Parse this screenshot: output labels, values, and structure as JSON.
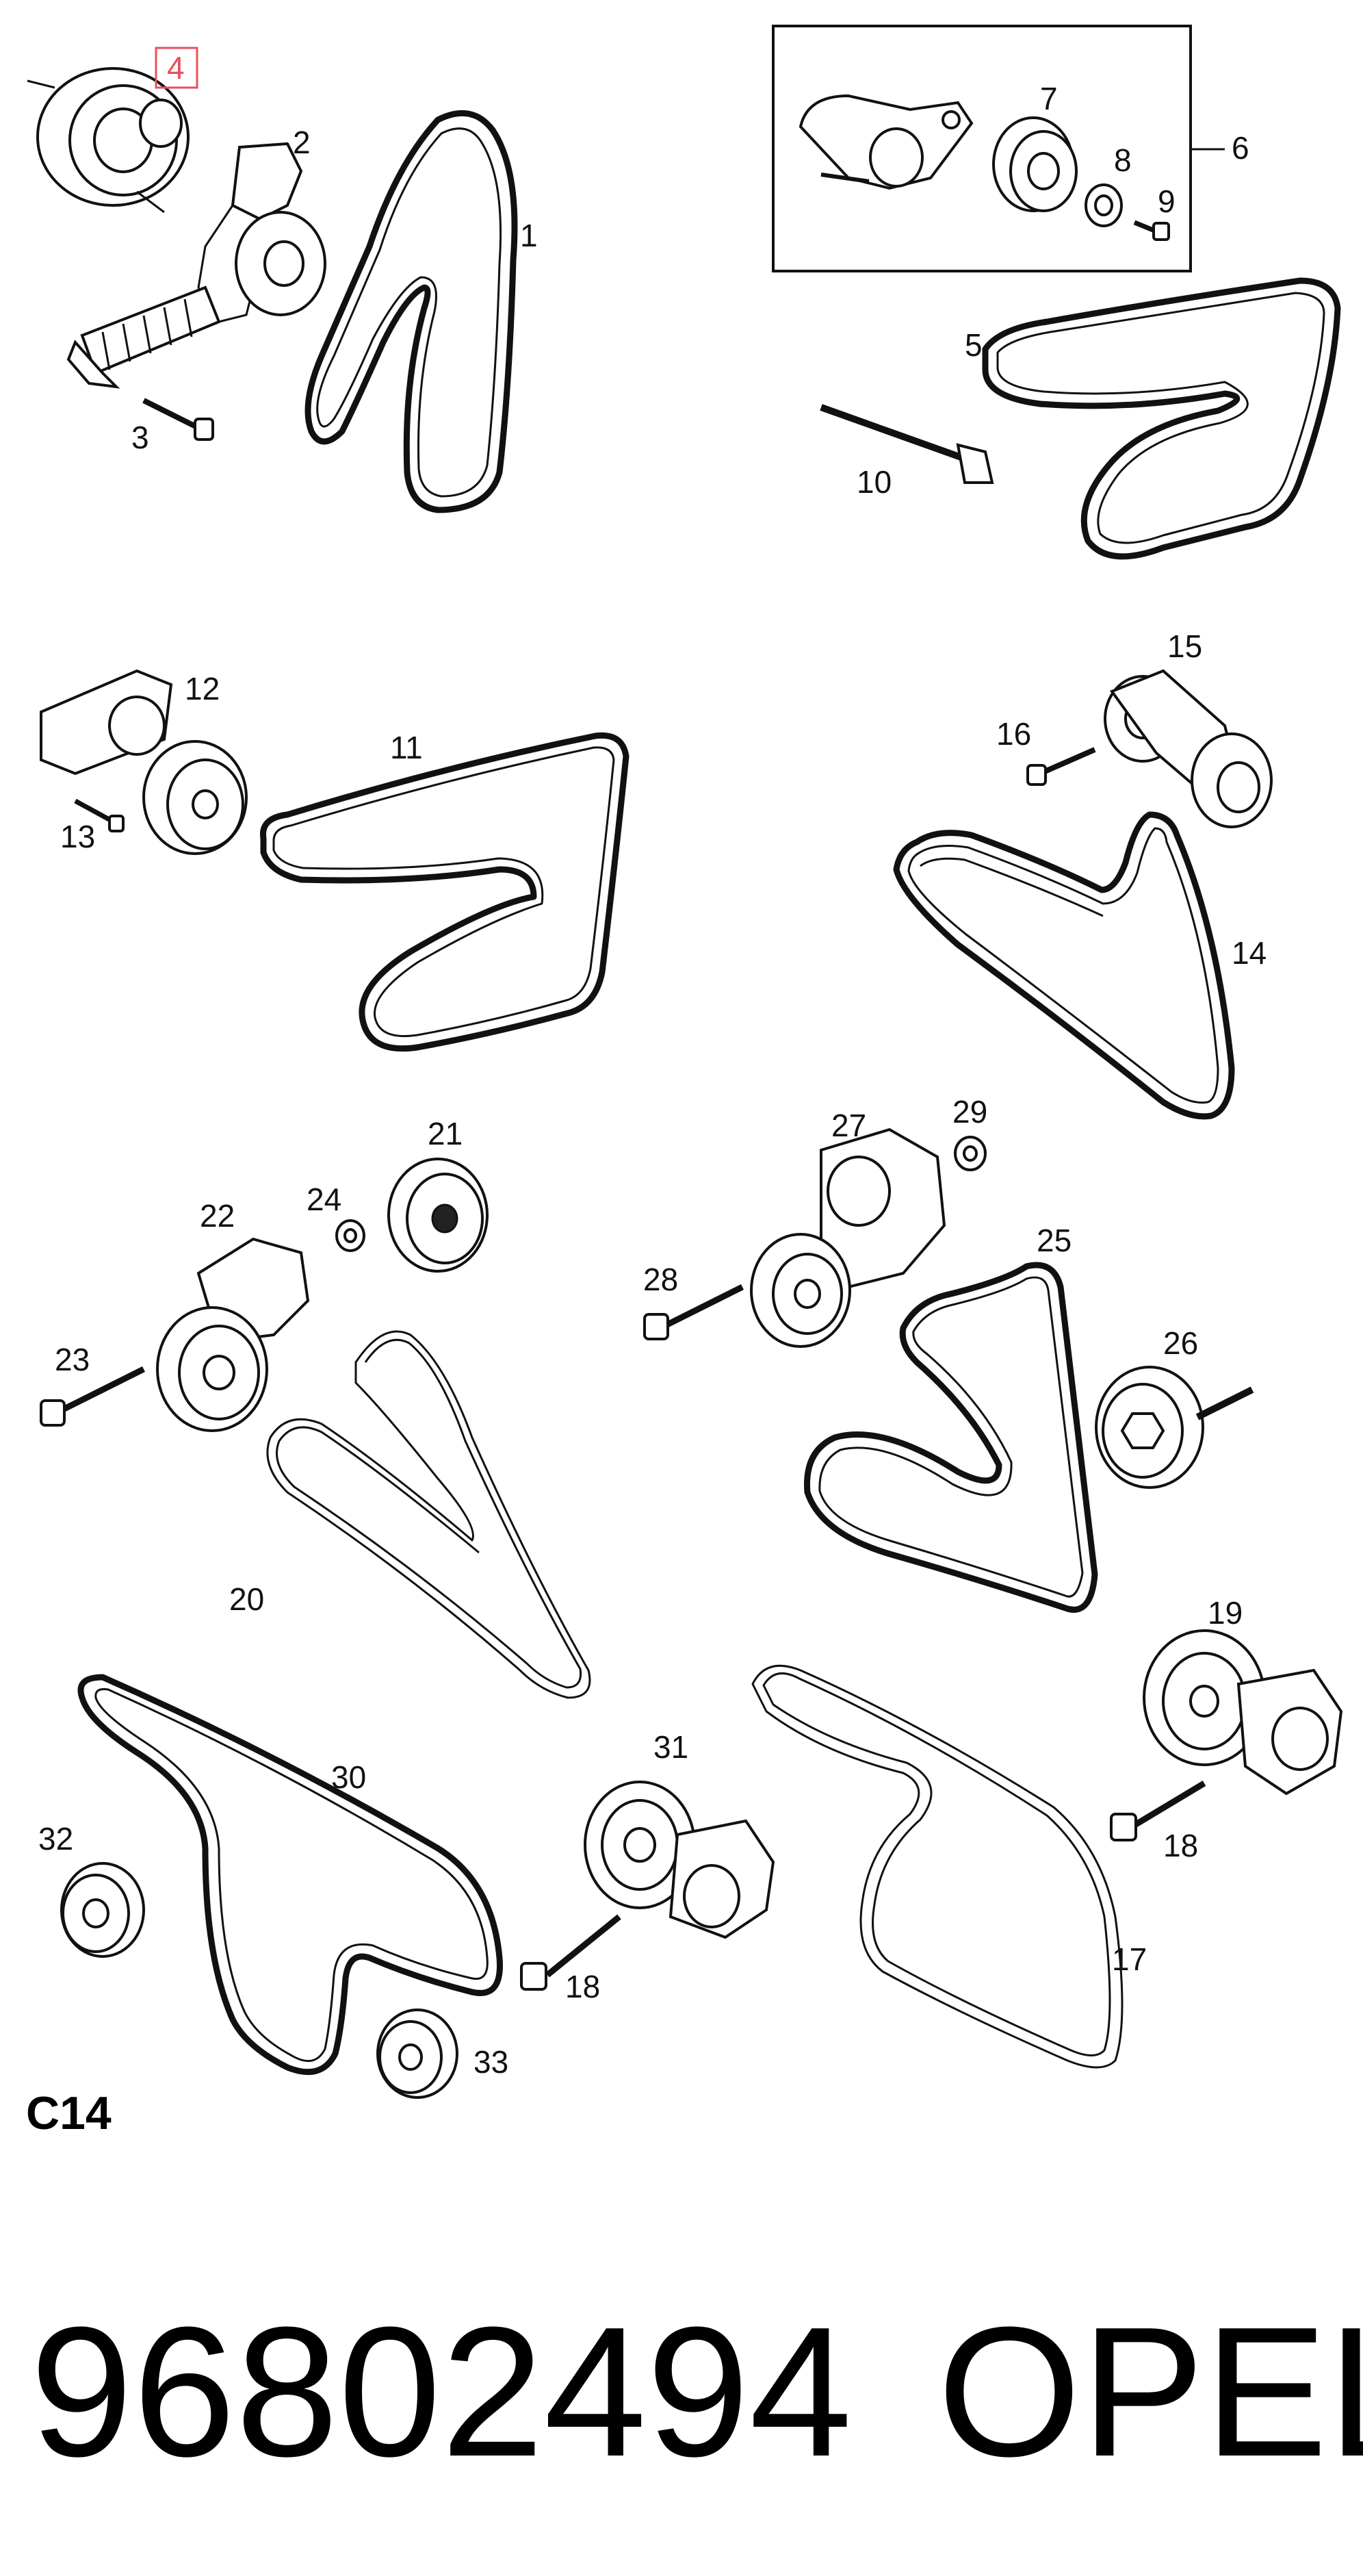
{
  "callouts": {
    "c1": "1",
    "c2": "2",
    "c3": "3",
    "c4": "4",
    "c5": "5",
    "c6": "6",
    "c7": "7",
    "c8": "8",
    "c9": "9",
    "c10": "10",
    "c11": "11",
    "c12": "12",
    "c13": "13",
    "c14": "14",
    "c15": "15",
    "c16": "16",
    "c17": "17",
    "c18a": "18",
    "c18b": "18",
    "c19": "19",
    "c20": "20",
    "c21": "21",
    "c22": "22",
    "c23": "23",
    "c24": "24",
    "c25": "25",
    "c26": "26",
    "c27": "27",
    "c28": "28",
    "c29": "29",
    "c30": "30",
    "c31": "31",
    "c32": "32",
    "c33": "33"
  },
  "highlight_color": "#e8505b",
  "section_label": "C14",
  "part_number": "96802494",
  "brand": "OPEL"
}
